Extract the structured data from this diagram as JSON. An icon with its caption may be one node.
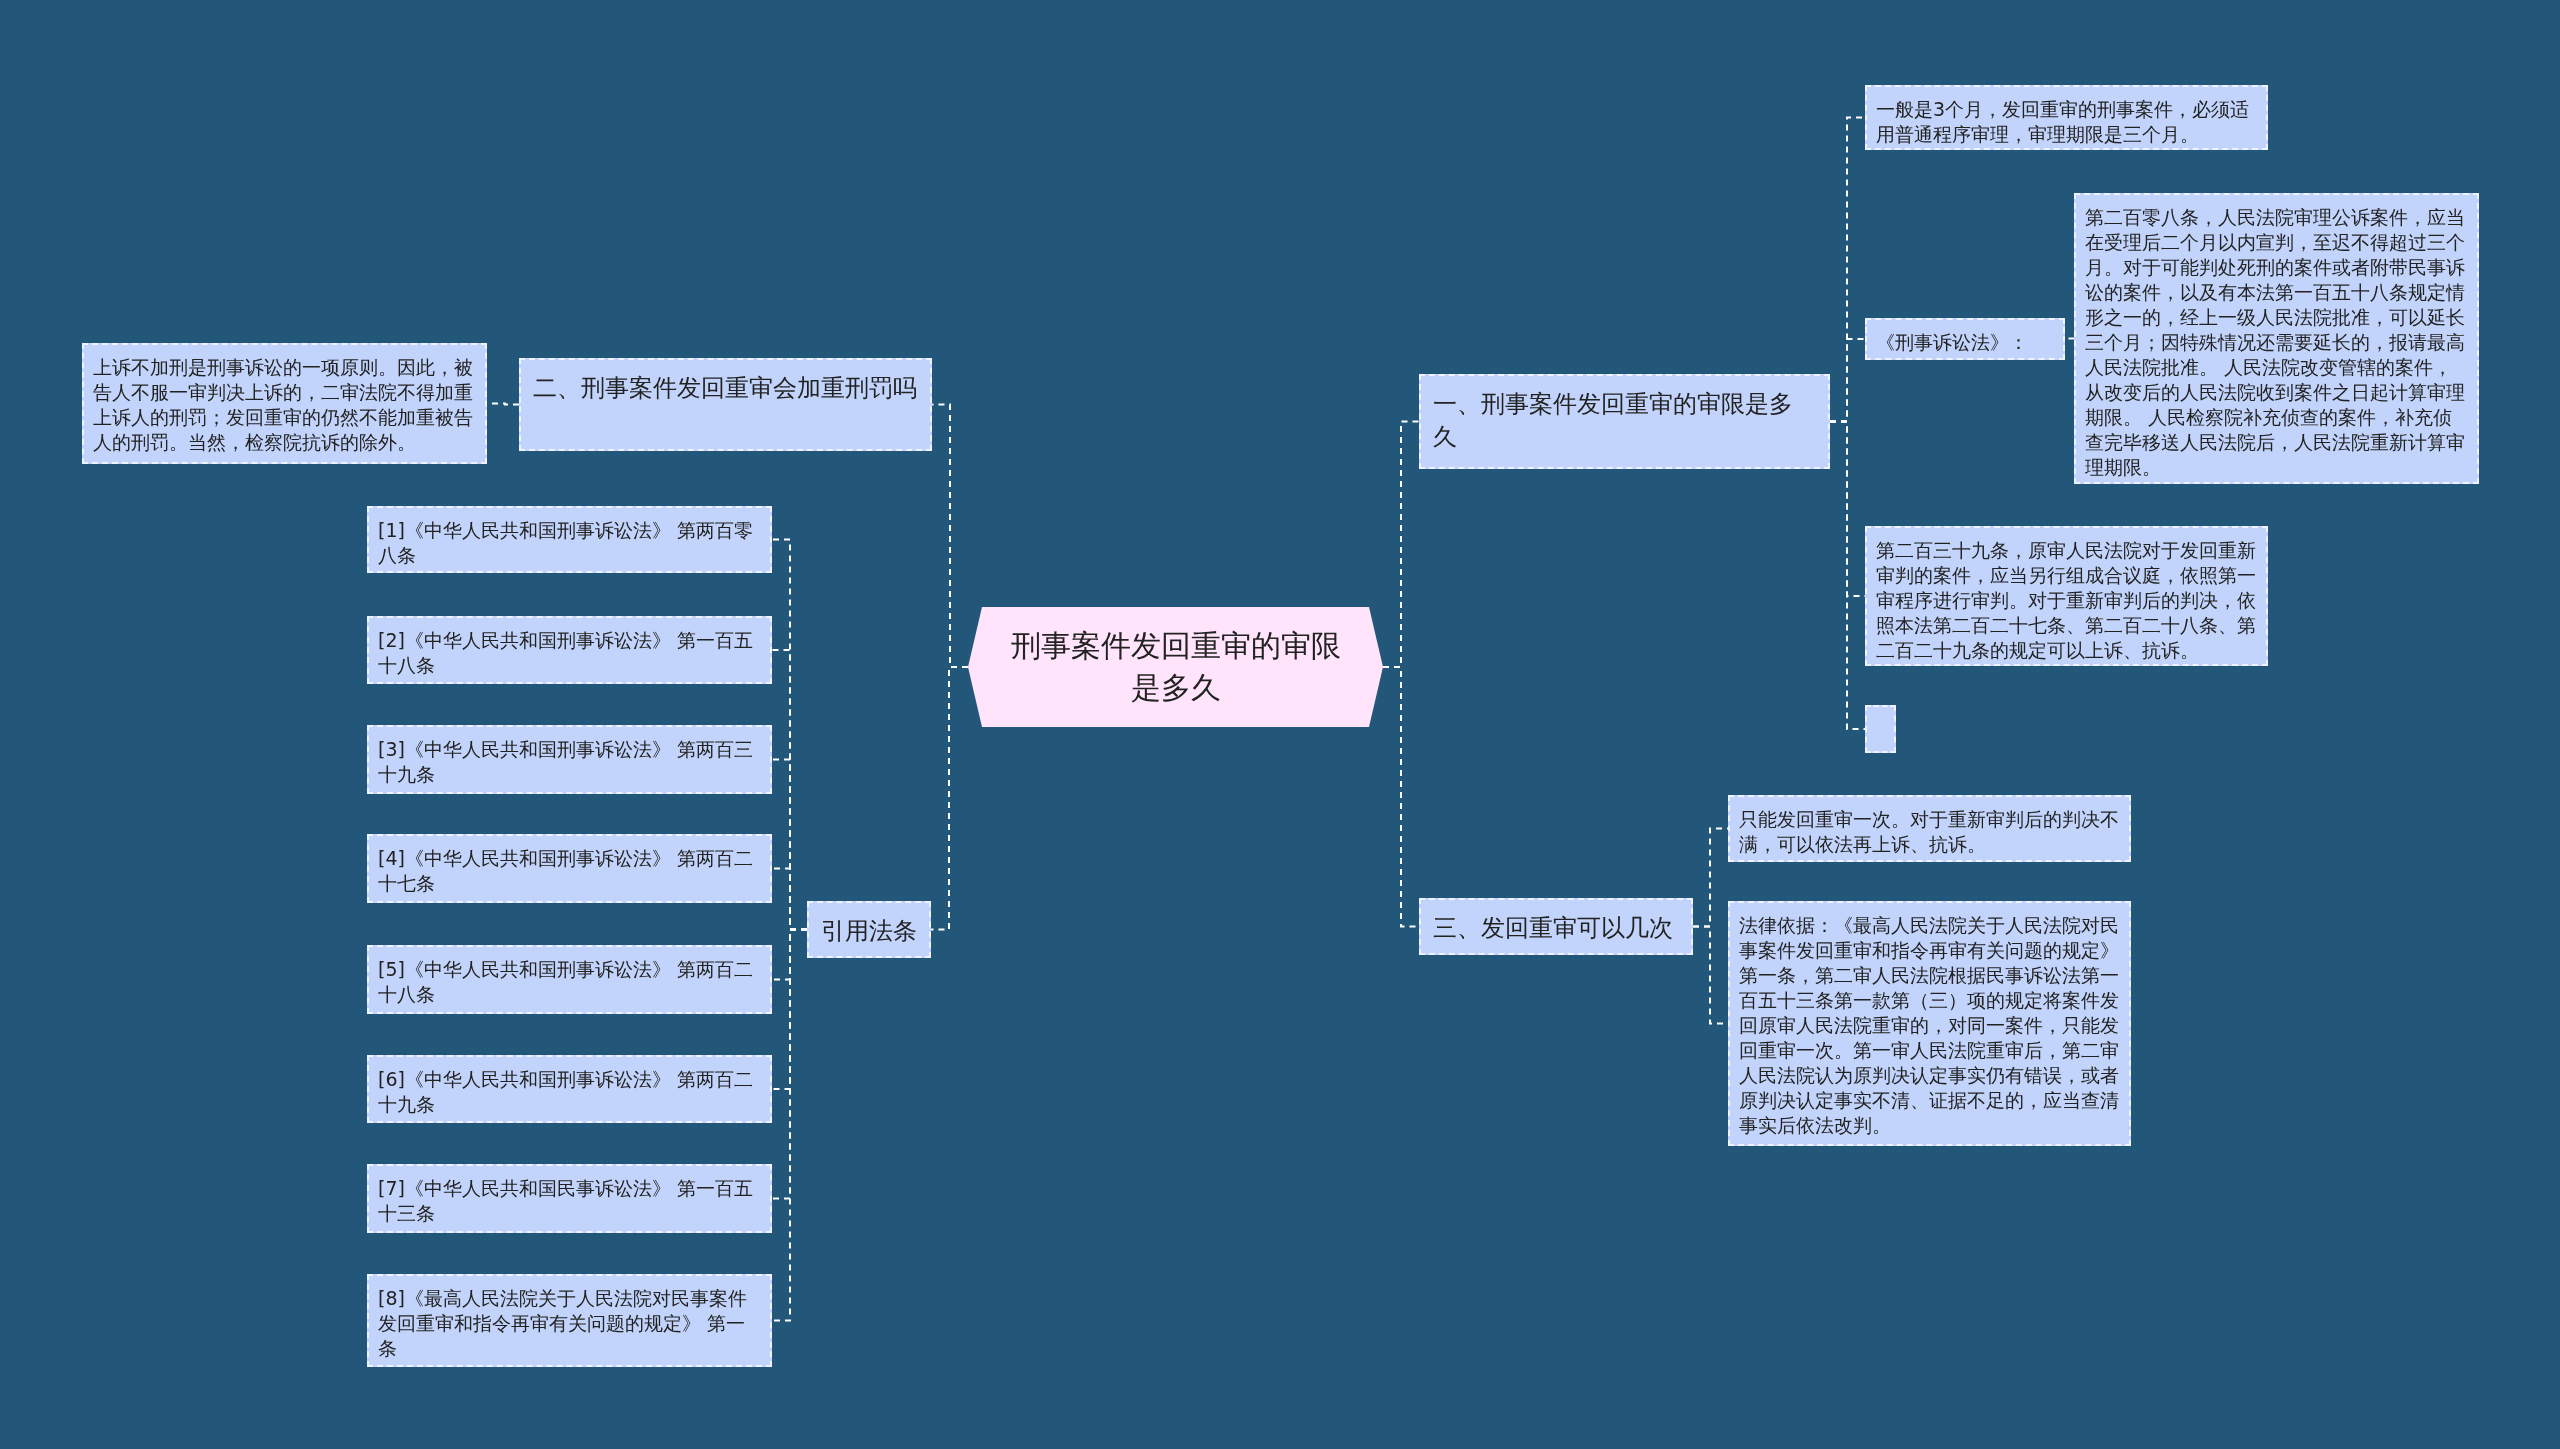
{
  "diagram": {
    "nodes": [
      {
        "text": [
          "刑事案件发回重审的审限是多久"
        ]
      },
      {
        "text": [
          "一、刑事案件发回重审的审限是多久"
        ]
      },
      {
        "text": [
          "一般是3个月，发回重审的刑事案件，必须适用普通程序审理，审理期限是三个月。"
        ]
      },
      {
        "text": [
          "《刑事诉讼法》："
        ]
      },
      {
        "text": [
          "第二百零八条，人民法院审理公诉案件，应当在受理后二个月以内宣判，至迟不得超过三个月。对于可能判处死刑的案件或者附带民事诉讼的案件，以及有本法第一百五十八条规定情形之一的，经上一级人民法院批准，可以延长三个月；因特殊情况还需要延长的，报请最高人民法院批准。 人民法院改变管辖的案件，从改变后的人民法院收到案件之日起计算审理期限。 人民检察院补充侦查的案件，补充侦查完毕移送人民法院后，人民法院重新计算审理期限。"
        ]
      },
      {
        "text": [
          "第二百三十九条，原审人民法院对于发回重新审判的案件，应当另行组成合议庭，依照第一审程序进行审判。对于重新审判后的判决，依照本法第二百二十七条、第二百二十八条、第二百二十九条的规定可以上诉、抗诉。"
        ]
      },
      {
        "text": [],
        "shape": "box"
      },
      {
        "text": [
          "三、发回重审可以几次"
        ]
      },
      {
        "text": [
          "只能发回重审一次。对于重新审判后的判决不满，可以依法再上诉、抗诉。"
        ]
      },
      {
        "text": [
          "法律依据：《最高人民法院关于人民法院对民事案件发回重审和指令再审有关问题的规定》第一条，第二审人民法院根据民事诉讼法第一百五十三条第一款第（三）项的规定将案件发回原审人民法院重审的，对同一案件，只能发回重审一次。第一审人民法院重审后，第二审人民法院认为原判决认定事实仍有错误，或者原判决认定事实不清、证据不足的，应当查清事实后依法改判。"
        ]
      },
      {
        "text": [
          "二、刑事案件发回重审会加重刑罚吗"
        ]
      },
      {
        "text": [
          "上诉不加刑是刑事诉讼的一项原则。因此，被告人不服一审判决上诉的，二审法院不得加重上诉人的刑罚；发回重审的仍然不能加重被告人的刑罚。当然，检察院抗诉的除外。"
        ]
      },
      {
        "text": [
          "引用法条"
        ]
      },
      {
        "text": [
          "[1]《中华人民共和国刑事诉讼法》 第两百零八条"
        ]
      },
      {
        "text": [
          "[2]《中华人民共和国刑事诉讼法》 第一百五十八条"
        ]
      },
      {
        "text": [
          "[3]《中华人民共和国刑事诉讼法》 第两百三十九条"
        ]
      },
      {
        "text": [
          "[4]《中华人民共和国刑事诉讼法》 第两百二十七条"
        ]
      },
      {
        "text": [
          "[5]《中华人民共和国刑事诉讼法》 第两百二十八条"
        ]
      },
      {
        "text": [
          "[6]《中华人民共和国刑事诉讼法》 第两百二十九条"
        ]
      },
      {
        "text": [
          "[7]《中华人民共和国民事诉讼法》 第一百五十三条"
        ]
      },
      {
        "text": [
          "[8]《最高人民法院关于人民法院对民事案件发回重审和指令再审有关问题的规定》 第一条"
        ]
      }
    ],
    "edges": [
      {
        "from": 0,
        "to": 1,
        "arrow": "none",
        "style": "dashed"
      },
      {
        "from": 1,
        "to": 2,
        "arrow": "none",
        "style": "dashed"
      },
      {
        "from": 1,
        "to": 3,
        "arrow": "none",
        "style": "dashed"
      },
      {
        "from": 3,
        "to": 4,
        "arrow": "none",
        "style": "dashed"
      },
      {
        "from": 1,
        "to": 5,
        "arrow": "none",
        "style": "dashed"
      },
      {
        "from": 1,
        "to": 6,
        "arrow": "none",
        "style": "dashed"
      },
      {
        "from": 0,
        "to": 7,
        "arrow": "none",
        "style": "dashed"
      },
      {
        "from": 7,
        "to": 8,
        "arrow": "none",
        "style": "dashed"
      },
      {
        "from": 7,
        "to": 9,
        "arrow": "none",
        "style": "dashed"
      },
      {
        "from": 0,
        "to": 10,
        "arrow": "none",
        "style": "dashed"
      },
      {
        "from": 10,
        "to": 11,
        "arrow": "none",
        "style": "dashed"
      },
      {
        "from": 0,
        "to": 12,
        "arrow": "none",
        "style": "dashed"
      },
      {
        "from": 12,
        "to": 13,
        "arrow": "none",
        "style": "dashed"
      },
      {
        "from": 12,
        "to": 14,
        "arrow": "none",
        "style": "dashed"
      },
      {
        "from": 12,
        "to": 15,
        "arrow": "none",
        "style": "dashed"
      },
      {
        "from": 12,
        "to": 16,
        "arrow": "none",
        "style": "dashed"
      },
      {
        "from": 12,
        "to": 17,
        "arrow": "none",
        "style": "dashed"
      },
      {
        "from": 12,
        "to": 18,
        "arrow": "none",
        "style": "dashed"
      },
      {
        "from": 12,
        "to": 19,
        "arrow": "none",
        "style": "dashed"
      },
      {
        "from": 12,
        "to": 20,
        "arrow": "none",
        "style": "dashed"
      }
    ]
  }
}
